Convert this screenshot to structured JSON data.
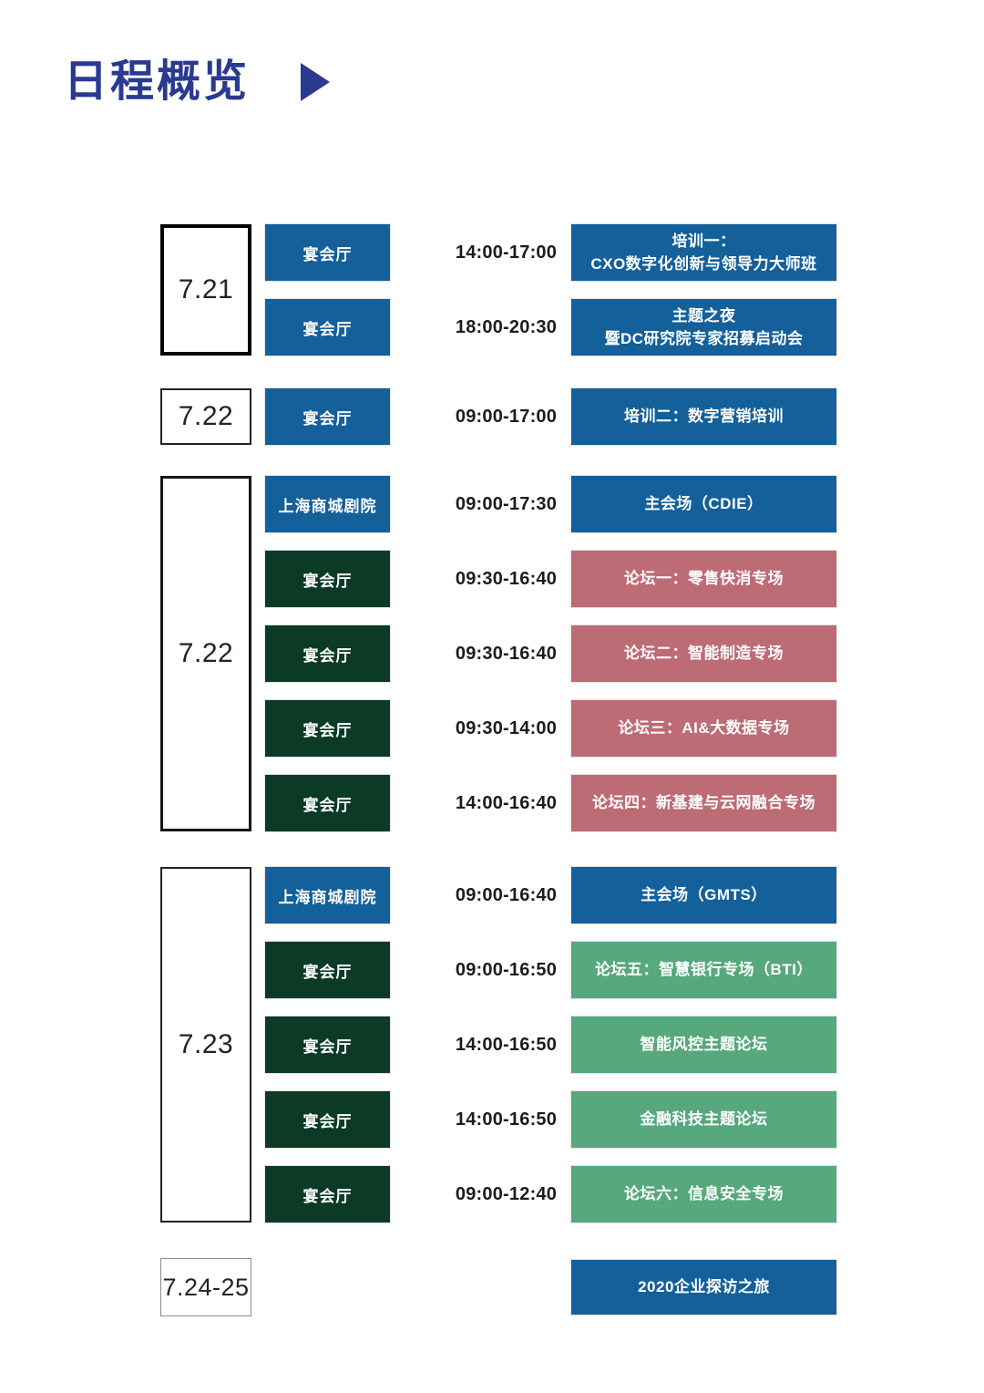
{
  "page": {
    "title": "日程概览"
  },
  "colors": {
    "blue": "#14609B",
    "dark_green": "#0B3B26",
    "pink": "#BD6B74",
    "green": "#57A87D",
    "accent": "#293A90"
  },
  "schedule": {
    "groups": [
      {
        "date": "7.21",
        "frame": "bold",
        "rows": [
          {
            "venue": "宴会厅",
            "venue_color": "blue",
            "time": "14:00-17:00",
            "event_lines": [
              "培训一：",
              "CXO数字化创新与领导力大师班"
            ],
            "event_color": "blue"
          },
          {
            "venue": "宴会厅",
            "venue_color": "blue",
            "time": "18:00-20:30",
            "event_lines": [
              "主题之夜",
              "暨DC研究院专家招募启动会"
            ],
            "event_color": "blue"
          }
        ]
      },
      {
        "date": "7.22",
        "frame": "normal",
        "rows": [
          {
            "venue": "宴会厅",
            "venue_color": "blue",
            "time": "09:00-17:00",
            "event_lines": [
              "培训二：数字营销培训"
            ],
            "event_color": "blue"
          }
        ]
      },
      {
        "date": "7.22",
        "frame": "medium",
        "rows": [
          {
            "venue": "上海商城剧院",
            "venue_color": "blue",
            "time": "09:00-17:30",
            "event_lines": [
              "主会场（CDIE）"
            ],
            "event_color": "blue"
          },
          {
            "venue": "宴会厅",
            "venue_color": "dark_green",
            "time": "09:30-16:40",
            "event_lines": [
              "论坛一：零售快消专场"
            ],
            "event_color": "pink"
          },
          {
            "venue": "宴会厅",
            "venue_color": "dark_green",
            "time": "09:30-16:40",
            "event_lines": [
              "论坛二：智能制造专场"
            ],
            "event_color": "pink"
          },
          {
            "venue": "宴会厅",
            "venue_color": "dark_green",
            "time": "09:30-14:00",
            "event_lines": [
              "论坛三：AI&大数据专场"
            ],
            "event_color": "pink"
          },
          {
            "venue": "宴会厅",
            "venue_color": "dark_green",
            "time": "14:00-16:40",
            "event_lines": [
              "论坛四：新基建与云网融合专场"
            ],
            "event_color": "pink"
          }
        ]
      },
      {
        "date": "7.23",
        "frame": "normal",
        "rows": [
          {
            "venue": "上海商城剧院",
            "venue_color": "blue",
            "time": "09:00-16:40",
            "event_lines": [
              "主会场（GMTS）"
            ],
            "event_color": "blue"
          },
          {
            "venue": "宴会厅",
            "venue_color": "dark_green",
            "time": "09:00-16:50",
            "event_lines": [
              "论坛五：智慧银行专场（BTI）"
            ],
            "event_color": "green"
          },
          {
            "venue": "宴会厅",
            "venue_color": "dark_green",
            "time": "14:00-16:50",
            "event_lines": [
              "智能风控主题论坛"
            ],
            "event_color": "green"
          },
          {
            "venue": "宴会厅",
            "venue_color": "dark_green",
            "time": "14:00-16:50",
            "event_lines": [
              "金融科技主题论坛"
            ],
            "event_color": "green"
          },
          {
            "venue": "宴会厅",
            "venue_color": "dark_green",
            "time": "09:00-12:40",
            "event_lines": [
              "论坛六：信息安全专场"
            ],
            "event_color": "green"
          }
        ]
      },
      {
        "date": "7.24-25",
        "frame": "thin",
        "rows": [
          {
            "venue": null,
            "venue_color": null,
            "time": null,
            "event_lines": [
              "2020企业探访之旅"
            ],
            "event_color": "blue"
          }
        ]
      }
    ]
  }
}
